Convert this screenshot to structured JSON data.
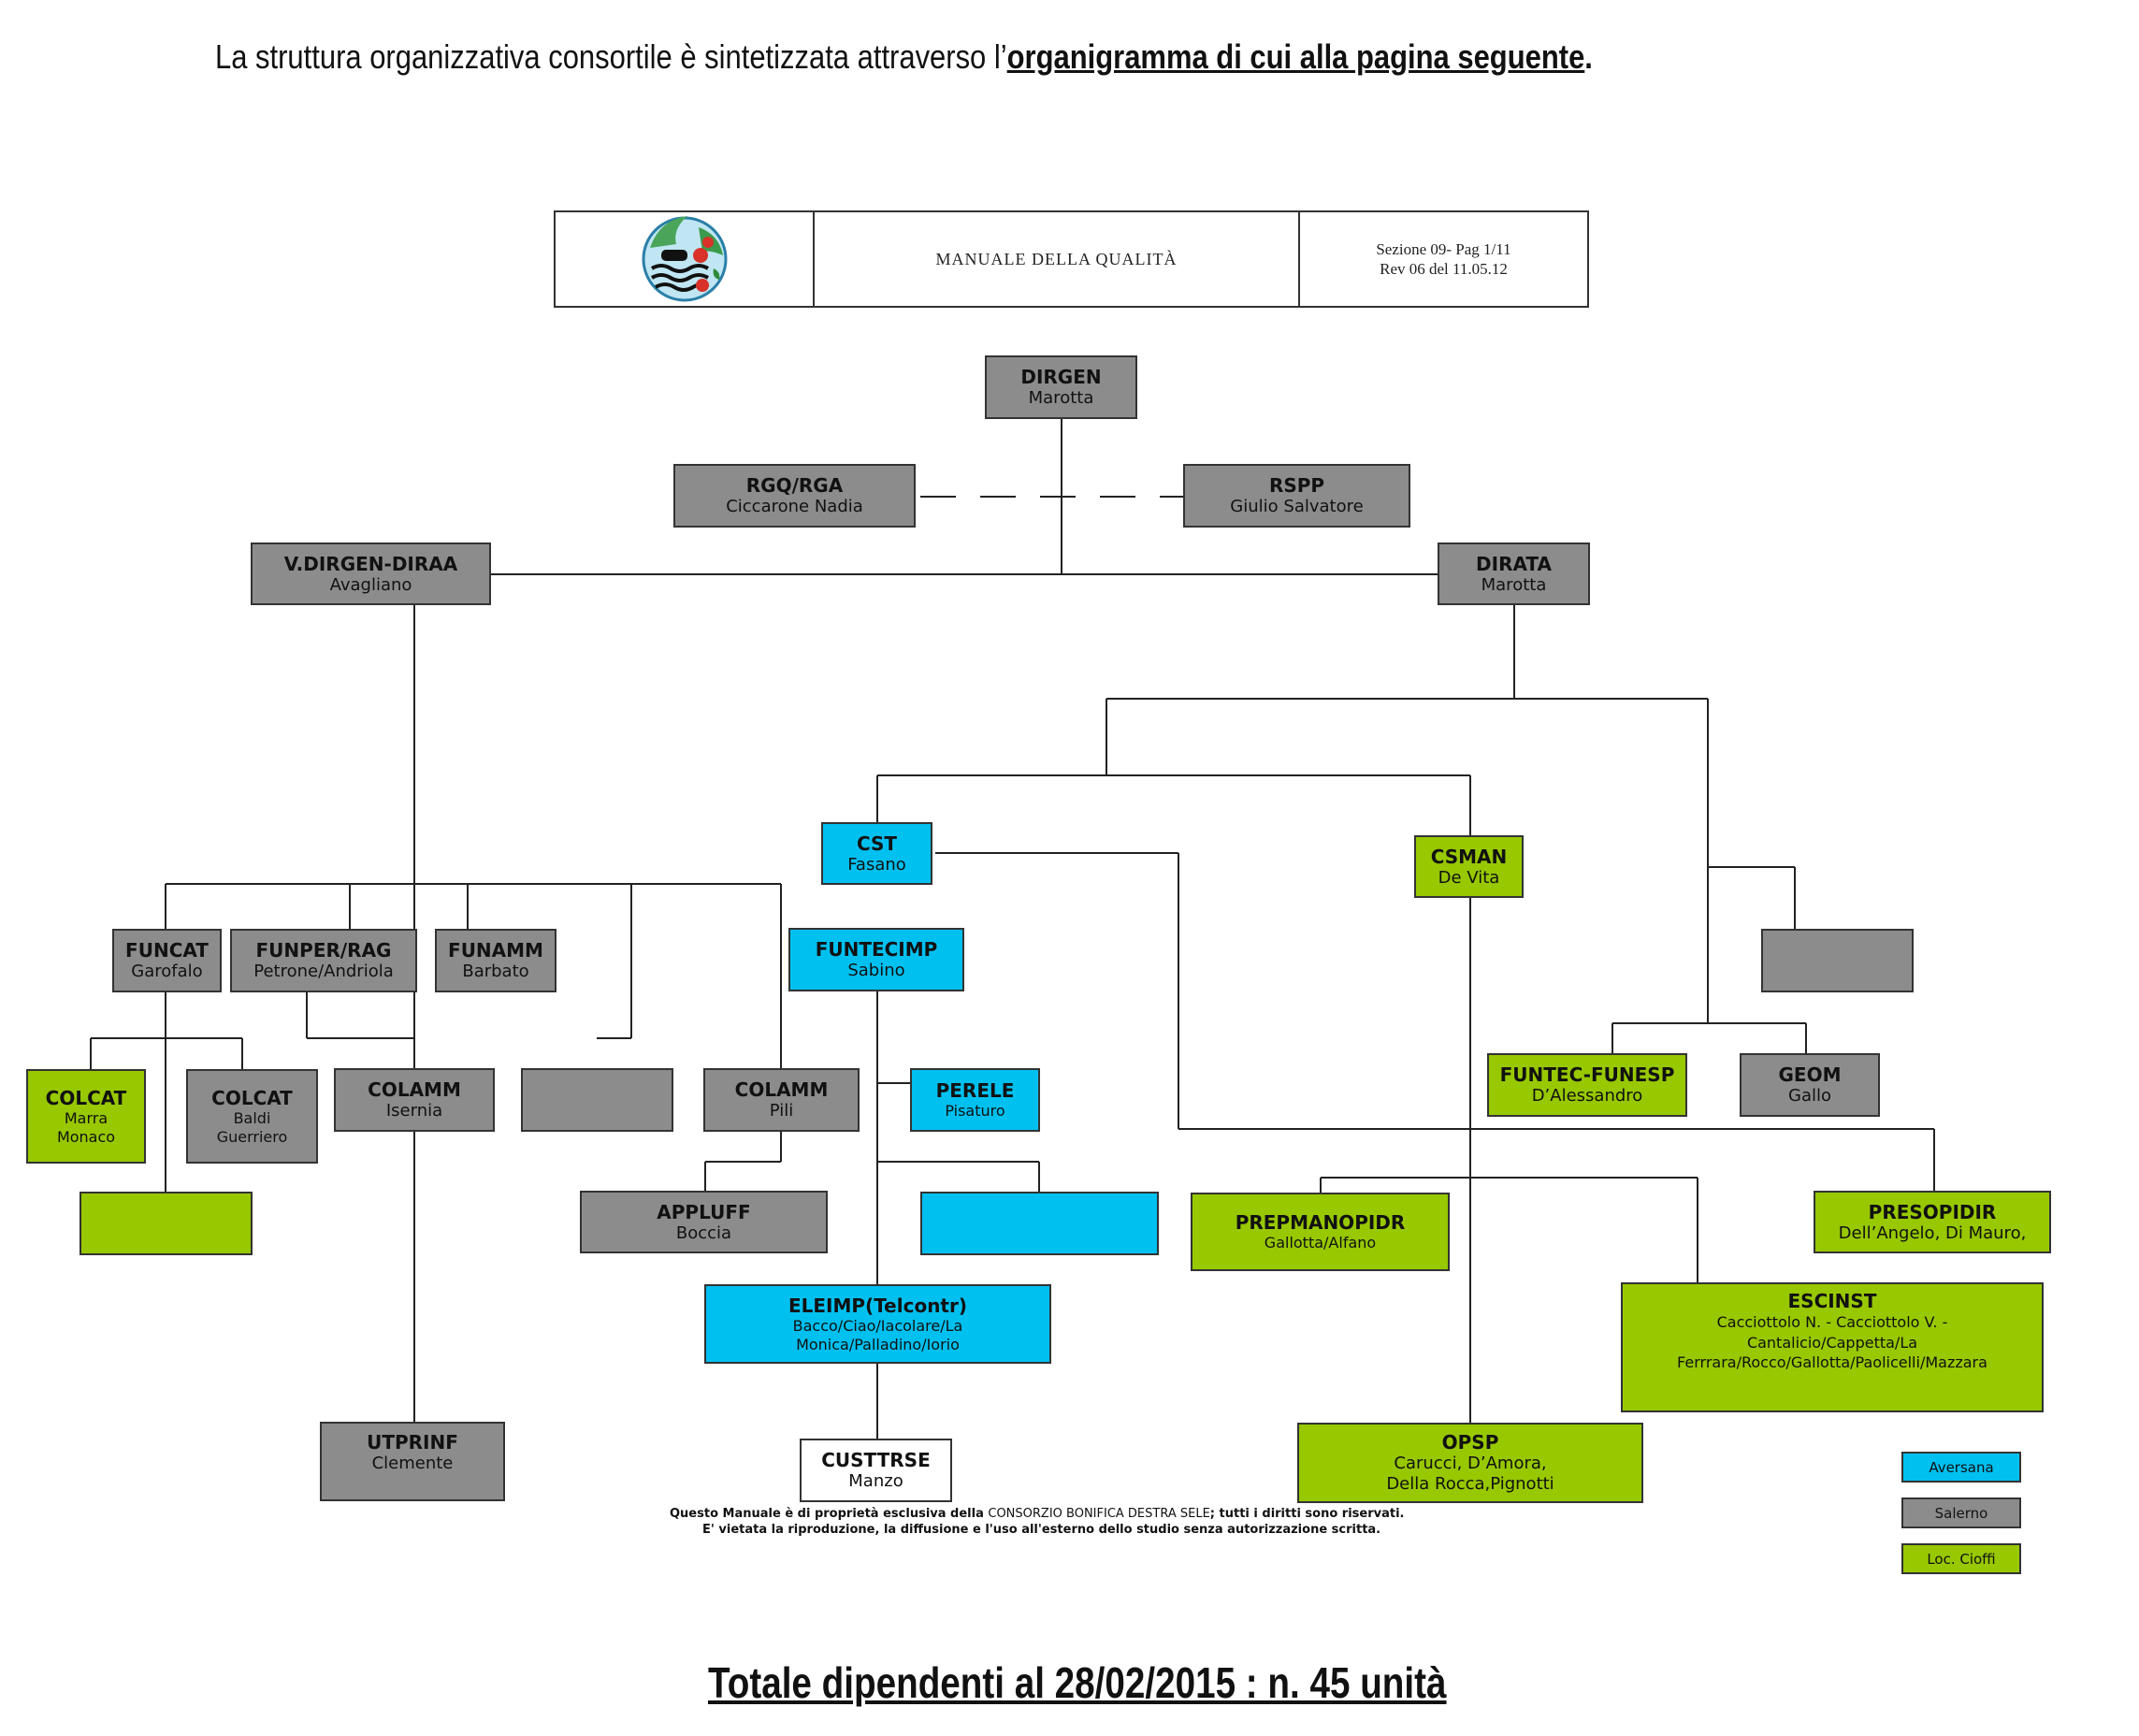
{
  "intro": {
    "text": "La struttura organizzativa consortile è sintetizzata attraverso l’",
    "strong": "organigramma di cui alla pagina seguente",
    "end": "."
  },
  "header": {
    "logo": "consorzio-logo",
    "title": "MANUALE DELLA QUALITÀ",
    "section": "Sezione 09- Pag 1/11",
    "revision": "Rev 06 del 11.05.12"
  },
  "colors": {
    "aversana": "#00c0f0",
    "salerno": "#8c8c8c",
    "cioffi": "#97c800"
  },
  "nodes": {
    "dirgen": {
      "code": "DIRGEN",
      "name": "Marotta"
    },
    "rgq": {
      "code": "RGQ/RGA",
      "name": "Ciccarone Nadia"
    },
    "rspp": {
      "code": "RSPP",
      "name": "Giulio Salvatore"
    },
    "vdirgen": {
      "code": "V.DIRGEN-DIRAA",
      "name": "Avagliano"
    },
    "dirata": {
      "code": "DIRATA",
      "name": "Marotta"
    },
    "cst": {
      "code": "CST",
      "name": "Fasano"
    },
    "csman": {
      "code": "CSMAN",
      "name": "De Vita"
    },
    "funcat": {
      "code": "FUNCAT",
      "name": "Garofalo"
    },
    "funper": {
      "code": "FUNPER/RAG",
      "name": "Petrone/Andriola"
    },
    "funamm": {
      "code": "FUNAMM",
      "name": "Barbato"
    },
    "funtecimp": {
      "code": "FUNTECIMP",
      "name": "Sabino"
    },
    "colcat1": {
      "code": "COLCAT",
      "name": "Marra\nMonaco"
    },
    "colcat2": {
      "code": "COLCAT",
      "name": "Baldi\nGuerriero"
    },
    "colamm1": {
      "code": "COLAMM",
      "name": "Isernia"
    },
    "colamm2": {
      "code": "COLAMM",
      "name": "Pili"
    },
    "perele": {
      "code": "PERELE",
      "name": "Pisaturo"
    },
    "funtec": {
      "code": "FUNTEC-FUNESP",
      "name": "D’Alessandro"
    },
    "geom": {
      "code": "GEOM",
      "name": "Gallo"
    },
    "appluff": {
      "code": "APPLUFF",
      "name": "Boccia"
    },
    "prepman": {
      "code": "PREPMANOPIDR",
      "name": "Gallotta/Alfano"
    },
    "presop": {
      "code": "PRESOPIDIR",
      "name": "Dell’Angelo, Di Mauro,"
    },
    "eleimp": {
      "code": "ELEIMP(Telcontr)",
      "name": "Bacco/Ciao/Iacolare/La\nMonica/Palladino/Iorio"
    },
    "escinst": {
      "code": "ESCINST",
      "name": "Cacciottolo N. - Cacciottolo V. -\nCantalicio/Cappetta/La\nFerrrara/Rocco/Gallotta/Paolicelli/Mazzara"
    },
    "utprinf": {
      "code": "UTPRINF",
      "name": "Clemente"
    },
    "custtrse": {
      "code": "CUSTTRSE",
      "name": "Manzo"
    },
    "opsp": {
      "code": "OPSP",
      "name": "Carucci, D’Amora,\nDella Rocca,Pignotti"
    }
  },
  "note": {
    "line1_bold_a": "Questo Manuale è di proprietà esclusiva della ",
    "line1_normal": "CONSORZIO BONIFICA DESTRA SELE",
    "line1_bold_b": "; tutti i diritti sono riservati.",
    "line2": "E' vietata la riproduzione, la diffusione e l'uso all'esterno dello studio senza autorizzazione scritta."
  },
  "legend": {
    "aversana": "Aversana",
    "salerno": "Salerno",
    "cioffi": "Loc. Cioffi"
  },
  "footer": {
    "total": "Totale dipendenti al 28/02/2015 : n. 45 unità"
  }
}
